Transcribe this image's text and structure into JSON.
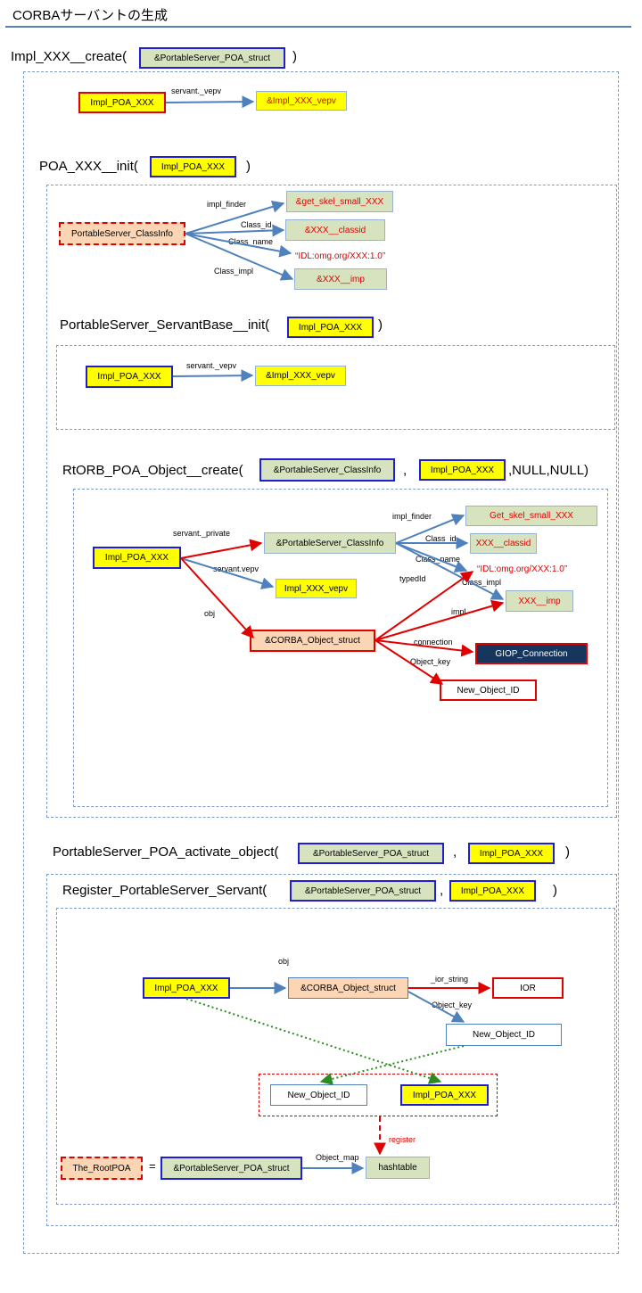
{
  "title": "CORBAサーバントの生成",
  "s1": {
    "prefix": "Impl_XXX__create(",
    "arg": "&PortableServer_POA_struct",
    "suffix": ")",
    "src": "Impl_POA_XXX",
    "edge": "servant._vepv",
    "dst": "&Impl_XXX_vepv"
  },
  "s2": {
    "prefix": "POA_XXX__init(",
    "arg": "Impl_POA_XXX",
    "suffix": ")",
    "src": "PortableServer_ClassInfo",
    "edges": [
      "impl_finder",
      "Class_id",
      "Class_name",
      "Class_impl"
    ],
    "targets": [
      "&get_skel_small_XXX",
      "&XXX__classid",
      "“IDL:omg.org/XXX:1.0”",
      "&XXX__imp"
    ]
  },
  "s3": {
    "prefix": "PortableServer_ServantBase__init(",
    "arg": "Impl_POA_XXX",
    "suffix": ")",
    "src": "Impl_POA_XXX",
    "edge": "servant._vepv",
    "dst": "&Impl_XXX_vepv"
  },
  "s4": {
    "prefix": "RtORB_POA_Object__create(",
    "arg1": "&PortableServer_ClassInfo",
    "comma": ",",
    "arg2": "Impl_POA_XXX",
    "suffix": ",NULL,NULL)",
    "impl": "Impl_POA_XXX",
    "classinfo": "&PortableServer_ClassInfo",
    "vepv": "Impl_XXX_vepv",
    "obj": "&CORBA_Object_struct",
    "get_skel": "Get_skel_small_XXX",
    "classid": "XXX__classid",
    "idl": "“IDL:omg.org/XXX:1.0”",
    "imp": "XXX__imp",
    "giop": "GIOP_Connection",
    "newid": "New_Object_ID",
    "lbl_private": "servant._private",
    "lbl_vepv": "servant.vepv",
    "lbl_obj": "obj",
    "lbl_impl_finder": "impl_finder",
    "lbl_class_id": "Class_id",
    "lbl_class_name": "Class_name",
    "lbl_class_impl": "Class_impl",
    "lbl_typedid": "typedId",
    "lbl_impl": "impl",
    "lbl_connection": "connection",
    "lbl_object_key": "Object_key"
  },
  "s5": {
    "prefix": "PortableServer_POA_activate_object(",
    "arg1": "&PortableServer_POA_struct",
    "comma": ",",
    "arg2": "Impl_POA_XXX",
    "suffix": ")"
  },
  "s6": {
    "prefix": "Register_PortableServer_Servant(",
    "arg1": "&PortableServer_POA_struct",
    "comma": ",",
    "arg2": "Impl_POA_XXX",
    "suffix": ")",
    "impl": "Impl_POA_XXX",
    "obj": "&CORBA_Object_struct",
    "ior": "IOR",
    "newid": "New_Object_ID",
    "pair_id": "New_Object_ID",
    "pair_impl": "Impl_POA_XXX",
    "rootpoa": "The_RootPOA",
    "eq": "=",
    "poa_struct": "&PortableServer_POA_struct",
    "hashtable": "hashtable",
    "lbl_obj": "obj",
    "lbl_ior": "_ior_string",
    "lbl_object_key": "Object_key",
    "lbl_register": "register",
    "lbl_object_map": "Object_map"
  }
}
